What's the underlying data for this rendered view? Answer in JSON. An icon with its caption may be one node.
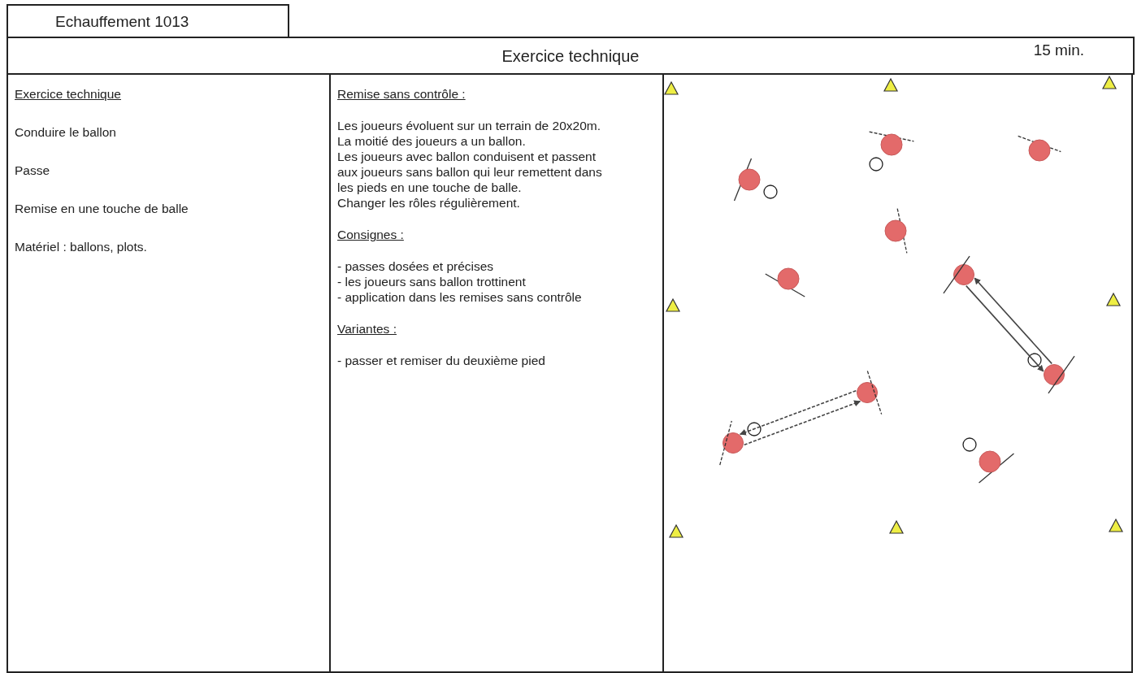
{
  "diagram": {
    "nodes": [
      {
        "text": [
          "Echauffement 1013"
        ]
      },
      {
        "text": [
          "Exercice technique",
          "15 min."
        ]
      },
      {
        "text": [
          "Exercice technique",
          "Conduire le ballon",
          "Passe",
          "Remise en une touche de balle",
          "Matériel : ballons, plots."
        ]
      },
      {
        "text": [
          "Remise sans contrôle :",
          "Les joueurs évoluent sur un terrain de 20x20m.",
          "La moitié des joueurs a un ballon.",
          "Les joueurs avec ballon conduisent et passent aux joueurs sans ballon qui leur remettent dans les pieds en une touche de balle.",
          "Changer les rôles régulièrement.",
          "Consignes :",
          "- passes dosées et précises",
          "- les joueurs sans ballon trottinent",
          "- application dans les remises sans contrôle",
          "Variantes :",
          "- passer et remiser du deuxième pied"
        ]
      },
      {
        "text": [],
        "shape": "box"
      },
      {
        "text": [],
        "shape": "circle",
        "in": 4
      },
      {
        "text": [],
        "shape": "circle",
        "in": 4
      },
      {
        "text": [],
        "shape": "circle",
        "in": 4
      },
      {
        "text": [],
        "shape": "circle",
        "in": 4
      }
    ],
    "edges": [
      {
        "from": 5,
        "to": 6,
        "arrow": "to"
      },
      {
        "from": 6,
        "to": 5,
        "arrow": "to"
      },
      {
        "from": 8,
        "to": 7,
        "arrow": "to",
        "style": "dashed"
      },
      {
        "from": 7,
        "to": 8,
        "arrow": "to",
        "style": "dashed"
      }
    ]
  }
}
